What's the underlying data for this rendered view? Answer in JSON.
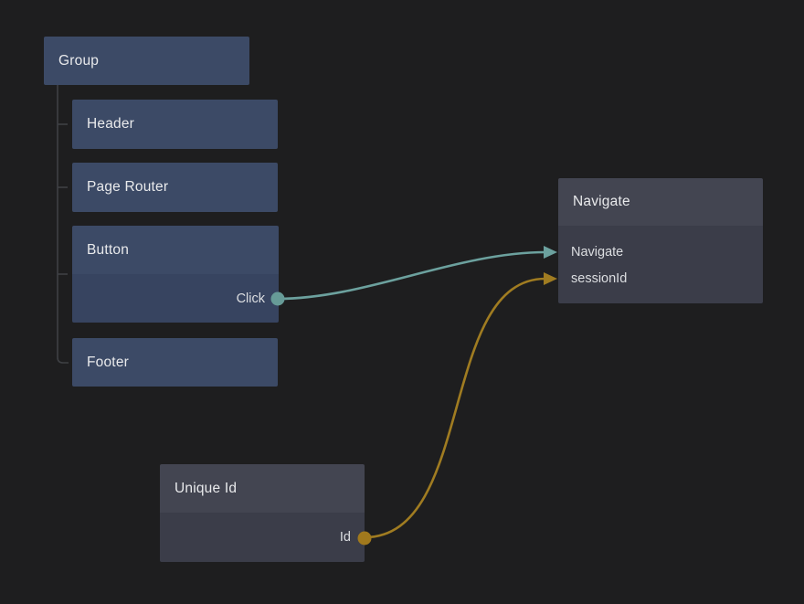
{
  "canvas": {
    "background": "#1e1e1f",
    "colors": {
      "node_blue_header": "#3c4a66",
      "node_blue_body": "#374460",
      "node_gray_header": "#434551",
      "node_gray_body": "#3b3d49",
      "signal_wire": "#6ca19e",
      "data_wire": "#a07c21",
      "tree_line": "#3e4044"
    }
  },
  "nodes": {
    "group": {
      "title": "Group"
    },
    "header": {
      "title": "Header"
    },
    "page_router": {
      "title": "Page Router"
    },
    "button": {
      "title": "Button",
      "output_label": "Click"
    },
    "footer": {
      "title": "Footer"
    },
    "navigate": {
      "title": "Navigate",
      "input_labels": [
        "Navigate",
        "sessionId"
      ]
    },
    "unique_id": {
      "title": "Unique Id",
      "output_label": "Id"
    }
  },
  "connections": [
    {
      "from": "Button.Click",
      "to": "Navigate.Navigate",
      "color": "#6ca19e"
    },
    {
      "from": "Unique Id.Id",
      "to": "Navigate.sessionId",
      "color": "#a07c21"
    }
  ],
  "hierarchy": {
    "parent": "Group",
    "children": [
      "Header",
      "Page Router",
      "Button",
      "Footer"
    ]
  }
}
